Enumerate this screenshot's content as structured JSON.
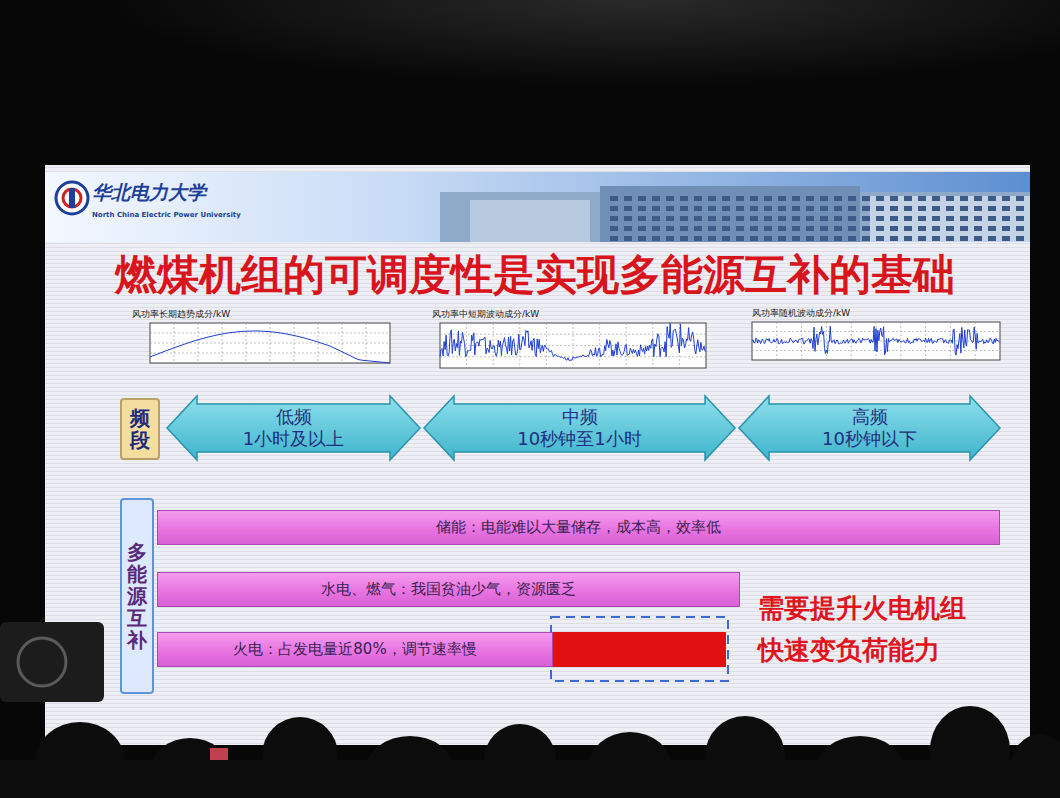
{
  "diagram": {
    "title": "燃煤机组的可调度性是实现多能源互补的基础",
    "nodes": [
      {
        "text": [
          "频段"
        ]
      },
      {
        "text": [
          "低频",
          "1小时及以上"
        ]
      },
      {
        "text": [
          "中频",
          "10秒钟至1小时"
        ]
      },
      {
        "text": [
          "高频",
          "10秒钟以下"
        ]
      },
      {
        "text": [
          "多能源互补"
        ]
      },
      {
        "text": [
          "储能：电能难以大量储存，成本高，效率低"
        ]
      },
      {
        "text": [
          "水电、燃气：我国贫油少气，资源匮乏"
        ]
      },
      {
        "text": [
          "火电：占发电量近80%，调节速率慢"
        ]
      }
    ],
    "labels": [
      "华北电力大学",
      "North China Electric Power University",
      "风功率长期趋势成分/kW",
      "风功率中短期波动成分/kW",
      "风功率随机波动成分/kW",
      "需要提升火电机组 快速变负荷能力"
    ]
  }
}
